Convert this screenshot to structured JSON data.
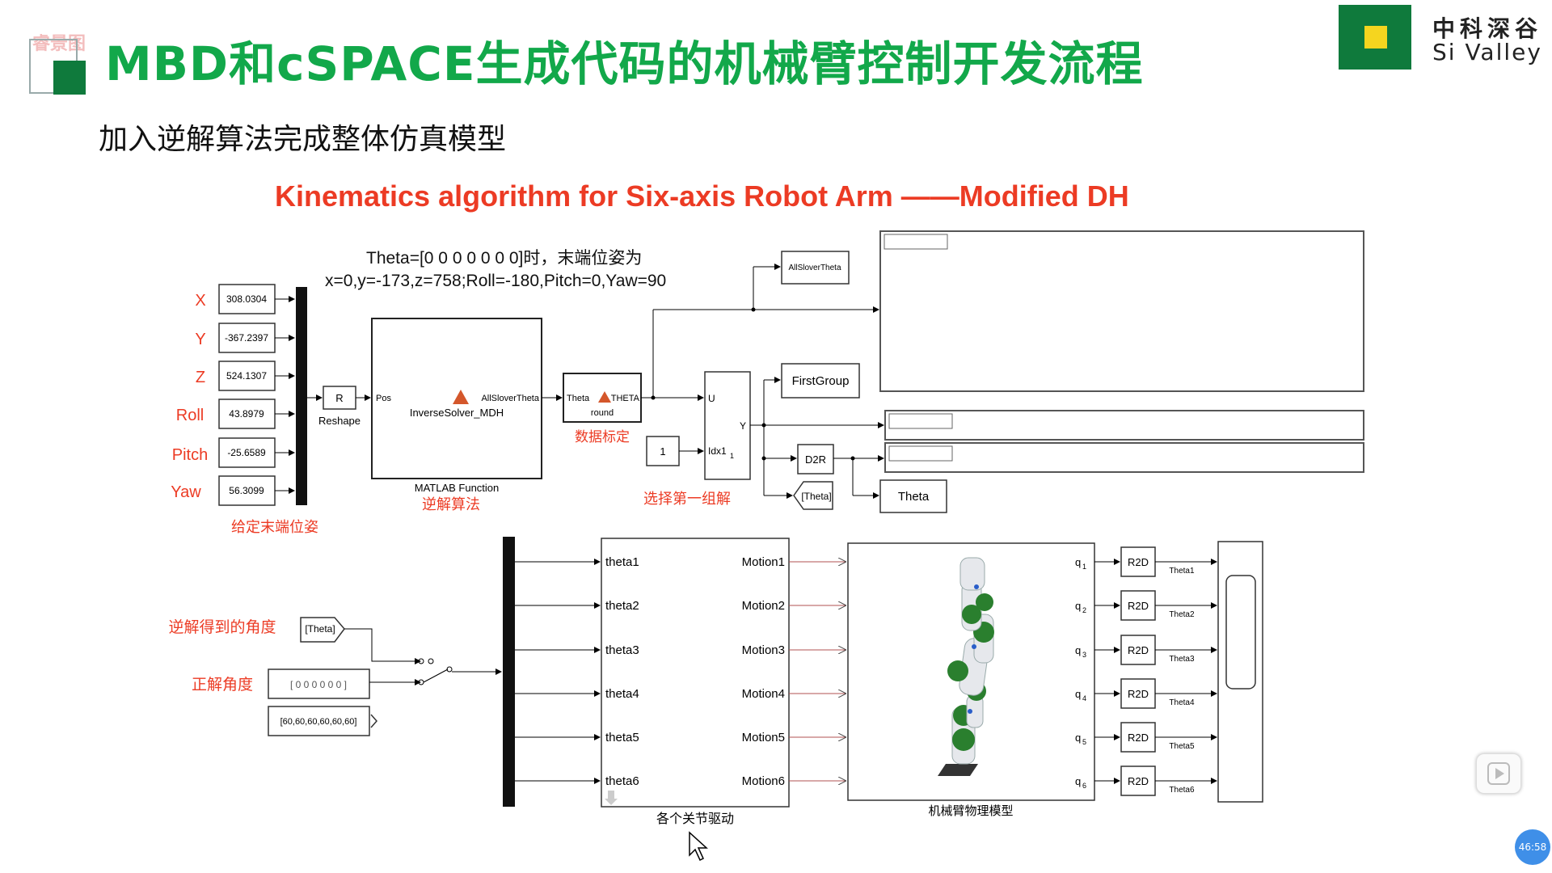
{
  "slide": {
    "watermark": "睿景图",
    "title": "MBD和cSPACE生成代码的机械臂控制开发流程",
    "subtitle": "加入逆解算法完成整体仿真模型",
    "heading": "Kinematics algorithm for Six-axis Robot Arm ——Modified DH",
    "logo_cn": "中科深谷",
    "logo_en": "Si Valley"
  },
  "colors": {
    "title_green": "#12a84a",
    "heading_red": "#ec3b24",
    "logo_green": "#0f7a3c",
    "logo_yellow": "#f5d51f"
  },
  "model": {
    "note_line1": "Theta=[0 0 0 0 0 0 0]时，末端位姿为",
    "note_line2": "x=0,y=-173,z=758;Roll=-180,Pitch=0,Yaw=90",
    "inputs": [
      {
        "label": "X",
        "value": "308.0304"
      },
      {
        "label": "Y",
        "value": "-367.2397"
      },
      {
        "label": "Z",
        "value": "524.1307"
      },
      {
        "label": "Roll",
        "value": "43.8979"
      },
      {
        "label": "Pitch",
        "value": "-25.6589"
      },
      {
        "label": "Yaw",
        "value": "56.3099"
      }
    ],
    "inputs_caption": "给定末端位姿",
    "reshape_block": "R",
    "reshape_label": "Reshape",
    "matlab_fn_port_in": "Pos",
    "matlab_fn_port_out": "AllSloverTheta",
    "matlab_fn_name": "InverseSolver_MDH",
    "matlab_fn_label": "MATLAB Function",
    "matlab_fn_caption": "逆解算法",
    "round_port_in": "Theta",
    "round_port_out": "THETA",
    "round_name": "round",
    "round_caption": "数据标定",
    "selector_u": "U",
    "selector_idx": "Idx1",
    "selector_idx_sub": "1",
    "selector_y": "Y",
    "const_one": "1",
    "selector_caption": "选择第一组解",
    "goto_allsolver": "AllSloverTheta",
    "goto_firstgroup": "FirstGroup",
    "d2r_block": "D2R",
    "from_theta": "[Theta]",
    "goto_theta": "Theta",
    "angle_caption": "逆解得到的角度",
    "from_theta2": "[Theta]",
    "fk_caption": "正解角度",
    "fk_const": "[ 0  0  0  0  0  0 ]",
    "deg_const": "[60,60,60,60,60,60]",
    "drive_inputs": [
      "theta1",
      "theta2",
      "theta3",
      "theta4",
      "theta5",
      "theta6"
    ],
    "drive_outputs": [
      "Motion1",
      "Motion2",
      "Motion3",
      "Motion4",
      "Motion5",
      "Motion6"
    ],
    "drive_caption": "各个关节驱动",
    "robot_ports": [
      "q",
      "q",
      "q",
      "q",
      "q",
      "q"
    ],
    "robot_port_subs": [
      "1",
      "2",
      "3",
      "4",
      "5",
      "6"
    ],
    "robot_caption": "机械臂物理模型",
    "r2d_block": "R2D",
    "theta_outputs": [
      "Theta1",
      "Theta2",
      "Theta3",
      "Theta4",
      "Theta5",
      "Theta6"
    ]
  },
  "player": {
    "time": "46:58"
  }
}
